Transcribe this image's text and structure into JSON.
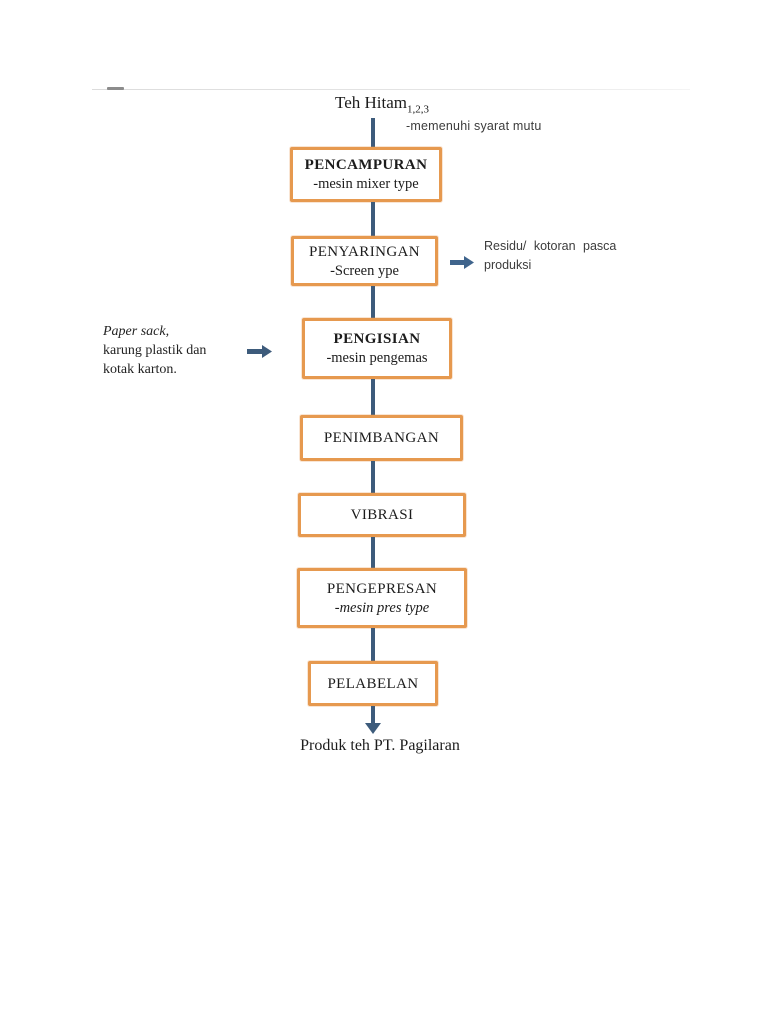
{
  "colors": {
    "box_border": "#e6994f",
    "connector": "#3d5b7b",
    "block_arrow": "#3f648c",
    "text": "#1c1c1c",
    "annotation_text": "#3c3c3c"
  },
  "flow": {
    "start": {
      "text": "Teh Hitam",
      "subscript": "1,2,3"
    },
    "start_note": "-memenuhi syarat mutu",
    "boxes": [
      {
        "title": "PENCAMPURAN",
        "subtitle": "-mesin mixer type"
      },
      {
        "title": "PENYARINGAN",
        "subtitle": "-Screen ype"
      },
      {
        "title": "PENGISIAN",
        "subtitle": "-mesin pengemas"
      },
      {
        "title": "PENIMBANGAN"
      },
      {
        "title": "VIBRASI"
      },
      {
        "title": "PENGEPRESAN",
        "subtitle": "-mesin pres type"
      },
      {
        "title": "PELABELAN"
      }
    ],
    "outputs": {
      "residu": {
        "line1": "Residu/ kotoran pasca",
        "line2": "produksi"
      }
    },
    "inputs": {
      "packaging": {
        "line1": "Paper sack,",
        "line2": "karung plastik dan",
        "line3": "kotak karton."
      }
    },
    "end": "Produk teh PT. Pagilaran"
  }
}
